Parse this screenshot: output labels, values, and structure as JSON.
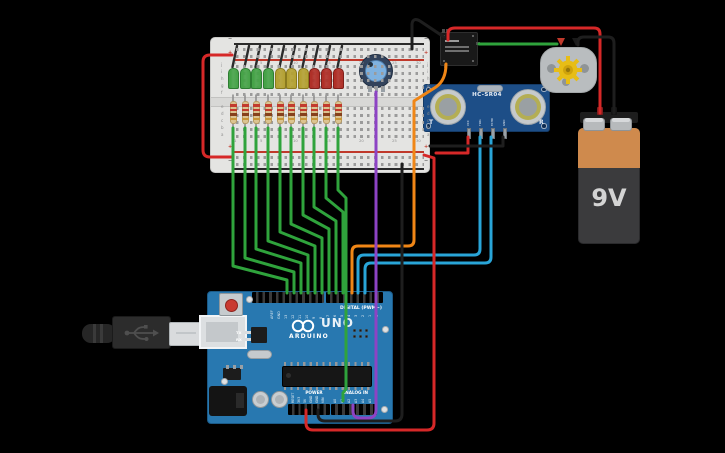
{
  "colors": {
    "wire_green": "#2fa33c",
    "wire_red": "#d62828",
    "wire_black": "#1e1e1e",
    "wire_orange": "#f08616",
    "wire_blue": "#29a5d8",
    "wire_purple": "#8d43c4",
    "led_green": "#46a348",
    "led_yellow": "#b4a133",
    "led_red": "#b03028",
    "arduino_blue": "#2878b0",
    "breadboard": "#e4e4e2",
    "sensor_blue": "#1d4e87",
    "battery_orange": "#cf8a4d"
  },
  "breadboard": {
    "letters_top": [
      "j",
      "i",
      "h",
      "g",
      "f"
    ],
    "letters_bottom": [
      "e",
      "d",
      "c",
      "b",
      "a"
    ],
    "numbers": [
      "1",
      "5",
      "10",
      "15",
      "20",
      "25",
      "30"
    ],
    "plus": "+",
    "minus": "−"
  },
  "leds": [
    "green",
    "green",
    "green",
    "green",
    "yellow",
    "yellow",
    "yellow",
    "red",
    "red",
    "red"
  ],
  "ultrasonic": {
    "title": "HC-SR04",
    "t": "T",
    "r": "R",
    "pins": [
      "VCC",
      "TRIG",
      "ECHO",
      "GND"
    ]
  },
  "battery": {
    "label": "9V"
  },
  "arduino": {
    "digital_label": "DIGITAL (PWM~)",
    "power_label": "POWER",
    "analog_label": "ANALOG IN",
    "uno": "UNO",
    "brand": "ARDUINO",
    "tx": "TX",
    "rx": "RX",
    "digital_left": [
      "AREF",
      "GND",
      "13",
      "12",
      "11",
      "10",
      "9",
      "8"
    ],
    "digital_right": [
      "7",
      "6",
      "5",
      "4",
      "3",
      "2",
      "1",
      "0"
    ],
    "power_pins": [
      "RESET",
      "3V3",
      "5V",
      "GND",
      "GND",
      "VIN"
    ],
    "analog_pins": [
      "A0",
      "A1",
      "A2",
      "A3",
      "A4",
      "A5"
    ]
  }
}
